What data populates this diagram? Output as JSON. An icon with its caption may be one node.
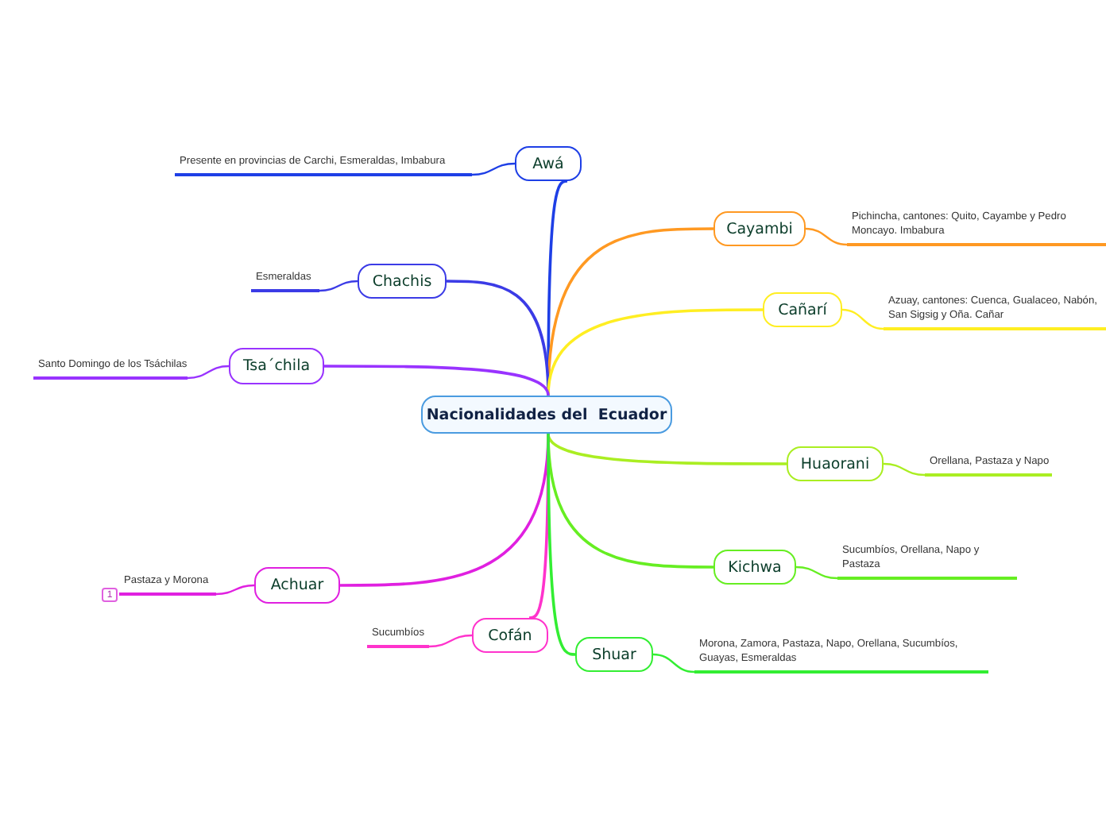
{
  "diagram": {
    "nodes": [
      {
        "text": [
          "Nacionalidades del  Ecuador"
        ]
      },
      {
        "text": [
          "Awá"
        ]
      },
      {
        "text": [
          "Presente en provincias de Carchi, Esmeraldas, Imbabura"
        ]
      },
      {
        "text": [
          "Cayambi"
        ]
      },
      {
        "text": [
          "Pichincha, cantones: Quito, Cayambe y Pedro Moncayo. Imbabura"
        ]
      },
      {
        "text": [
          "Chachis"
        ]
      },
      {
        "text": [
          "Esmeraldas"
        ]
      },
      {
        "text": [
          "Cañarí"
        ]
      },
      {
        "text": [
          "Azuay, cantones: Cuenca, Gualaceo, Nabón, San Sigsig y Oña. Cañar"
        ]
      },
      {
        "text": [
          "Tsa´chila"
        ]
      },
      {
        "text": [
          "Santo Domingo de los Tsáchilas"
        ]
      },
      {
        "text": [
          "Huaorani"
        ]
      },
      {
        "text": [
          "Orellana, Pastaza y Napo"
        ]
      },
      {
        "text": [
          "Kichwa"
        ]
      },
      {
        "text": [
          "Sucumbíos, Orellana, Napo y Pastaza"
        ]
      },
      {
        "text": [
          "Achuar"
        ]
      },
      {
        "text": [
          "Pastaza y Morona"
        ]
      },
      {
        "text": [
          "Cofán"
        ]
      },
      {
        "text": [
          "Sucumbíos"
        ]
      },
      {
        "text": [
          "Shuar"
        ]
      },
      {
        "text": [
          "Morona, Zamora, Pastaza, Napo, Orellana, Sucumbíos, Guayas, Esmeraldas"
        ]
      }
    ],
    "edges": [
      {
        "from": 0,
        "to": 1,
        "arrow": "none",
        "color": "#1e3fe6"
      },
      {
        "from": 0,
        "to": 3,
        "arrow": "none",
        "color": "#ff9922"
      },
      {
        "from": 0,
        "to": 5,
        "arrow": "none",
        "color": "#3b3be6"
      },
      {
        "from": 0,
        "to": 7,
        "arrow": "none",
        "color": "#ffee22"
      },
      {
        "from": 0,
        "to": 9,
        "arrow": "none",
        "color": "#9933ff"
      },
      {
        "from": 0,
        "to": 11,
        "arrow": "none",
        "color": "#aaee22"
      },
      {
        "from": 0,
        "to": 13,
        "arrow": "none",
        "color": "#66ee22"
      },
      {
        "from": 0,
        "to": 15,
        "arrow": "none",
        "color": "#e020e0"
      },
      {
        "from": 0,
        "to": 17,
        "arrow": "none",
        "color": "#ff33cc"
      },
      {
        "from": 0,
        "to": 19,
        "arrow": "none",
        "color": "#33ee33"
      },
      {
        "from": 1,
        "to": 2,
        "arrow": "none",
        "color": "#1e3fe6"
      },
      {
        "from": 3,
        "to": 4,
        "arrow": "none",
        "color": "#ff9922"
      },
      {
        "from": 5,
        "to": 6,
        "arrow": "none",
        "color": "#3b3be6"
      },
      {
        "from": 7,
        "to": 8,
        "arrow": "none",
        "color": "#ffee22"
      },
      {
        "from": 9,
        "to": 10,
        "arrow": "none",
        "color": "#9933ff"
      },
      {
        "from": 11,
        "to": 12,
        "arrow": "none",
        "color": "#aaee22"
      },
      {
        "from": 13,
        "to": 14,
        "arrow": "none",
        "color": "#66ee22"
      },
      {
        "from": 15,
        "to": 16,
        "arrow": "none",
        "color": "#e020e0"
      },
      {
        "from": 17,
        "to": 18,
        "arrow": "none",
        "color": "#ff33cc"
      },
      {
        "from": 19,
        "to": 20,
        "arrow": "none",
        "color": "#33ee33"
      }
    ],
    "labels": [
      "1"
    ]
  }
}
